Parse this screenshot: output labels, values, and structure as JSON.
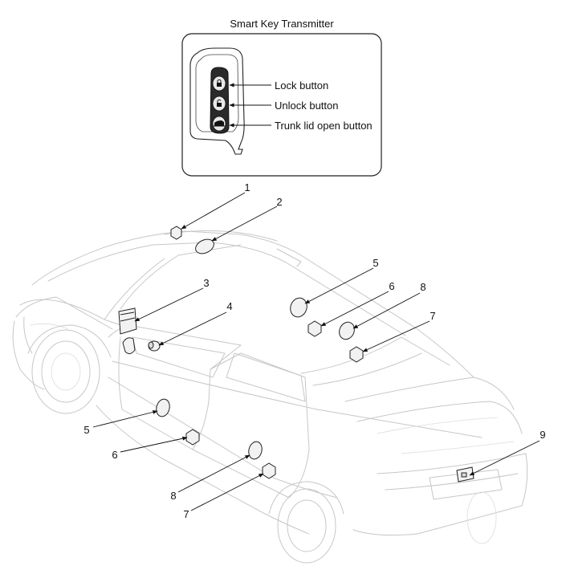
{
  "inset": {
    "title": "Smart Key Transmitter",
    "buttons": [
      {
        "key": "lock",
        "label": "Lock button",
        "icon": "lock-icon"
      },
      {
        "key": "unlock",
        "label": "Unlock button",
        "icon": "unlock-icon"
      },
      {
        "key": "trunk",
        "label": "Trunk lid open button",
        "icon": "trunk-icon"
      }
    ]
  },
  "callouts": [
    {
      "id": "c1",
      "number": "1"
    },
    {
      "id": "c2",
      "number": "2"
    },
    {
      "id": "c3",
      "number": "3"
    },
    {
      "id": "c4",
      "number": "4"
    },
    {
      "id": "c5a",
      "number": "5"
    },
    {
      "id": "c6a",
      "number": "6"
    },
    {
      "id": "c8a",
      "number": "8"
    },
    {
      "id": "c7a",
      "number": "7"
    },
    {
      "id": "c5b",
      "number": "5"
    },
    {
      "id": "c6b",
      "number": "6"
    },
    {
      "id": "c8b",
      "number": "8"
    },
    {
      "id": "c7b",
      "number": "7"
    },
    {
      "id": "c9",
      "number": "9"
    }
  ]
}
